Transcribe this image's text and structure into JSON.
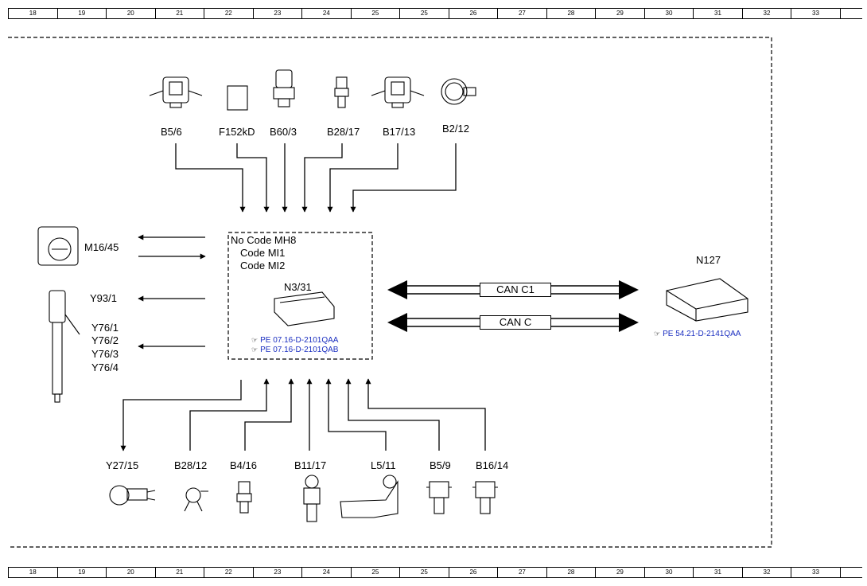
{
  "ruler": {
    "cells": [
      "18",
      "19",
      "20",
      "21",
      "22",
      "23",
      "24",
      "25",
      "25",
      "26",
      "27",
      "28",
      "29",
      "30",
      "31",
      "32",
      "33",
      ""
    ]
  },
  "ecu": {
    "lines": [
      "No Code MH8",
      "Code MI1",
      "Code MI2"
    ],
    "id": "N3/31",
    "refs": [
      "PE 07.16-D-2101QAA",
      "PE 07.16-D-2101QAB"
    ]
  },
  "top_components": [
    "B5/6",
    "F152kD",
    "B60/3",
    "B28/17",
    "B17/13",
    "B2/12"
  ],
  "left_components": [
    "M16/45",
    "Y93/1",
    "Y76/1",
    "Y76/2",
    "Y76/3",
    "Y76/4"
  ],
  "bottom_components": [
    "Y27/15",
    "B28/12",
    "B4/16",
    "B11/17",
    "L5/11",
    "B5/9",
    "B16/14"
  ],
  "can": {
    "c1": "CAN C1",
    "c": "CAN C"
  },
  "n127": {
    "id": "N127",
    "ref": "PE 54.21-D-2141QAA"
  }
}
